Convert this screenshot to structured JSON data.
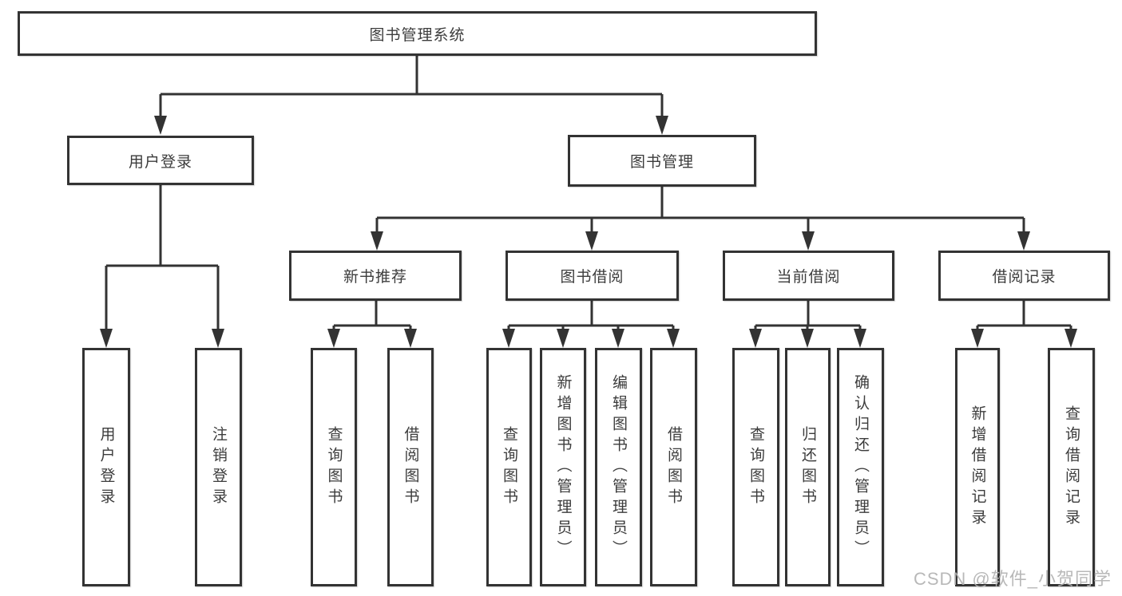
{
  "diagram_title": "图书管理系统",
  "tree": {
    "label": "图书管理系统",
    "children": [
      {
        "label": "用户登录",
        "children": [
          {
            "label": "用户登录"
          },
          {
            "label": "注销登录"
          }
        ]
      },
      {
        "label": "图书管理",
        "children": [
          {
            "label": "新书推荐",
            "children": [
              {
                "label": "查询图书"
              },
              {
                "label": "借阅图书"
              }
            ]
          },
          {
            "label": "图书借阅",
            "children": [
              {
                "label": "查询图书"
              },
              {
                "label": "新增图书（管理员）"
              },
              {
                "label": "编辑图书（管理员）"
              },
              {
                "label": "借阅图书"
              }
            ]
          },
          {
            "label": "当前借阅",
            "children": [
              {
                "label": "查询图书"
              },
              {
                "label": "归还图书"
              },
              {
                "label": "确认归还（管理员）"
              }
            ]
          },
          {
            "label": "借阅记录",
            "children": [
              {
                "label": "新增借阅记录"
              },
              {
                "label": "查询借阅记录"
              }
            ]
          }
        ]
      }
    ]
  },
  "watermark": {
    "text": "CSDN @软件_小贺同学",
    "color": "#b3b3b3"
  },
  "colors": {
    "line": "#333333",
    "box_border": "#333333",
    "box_fill": "#ffffff",
    "text": "#3c3c3c",
    "background": "#ffffff"
  }
}
